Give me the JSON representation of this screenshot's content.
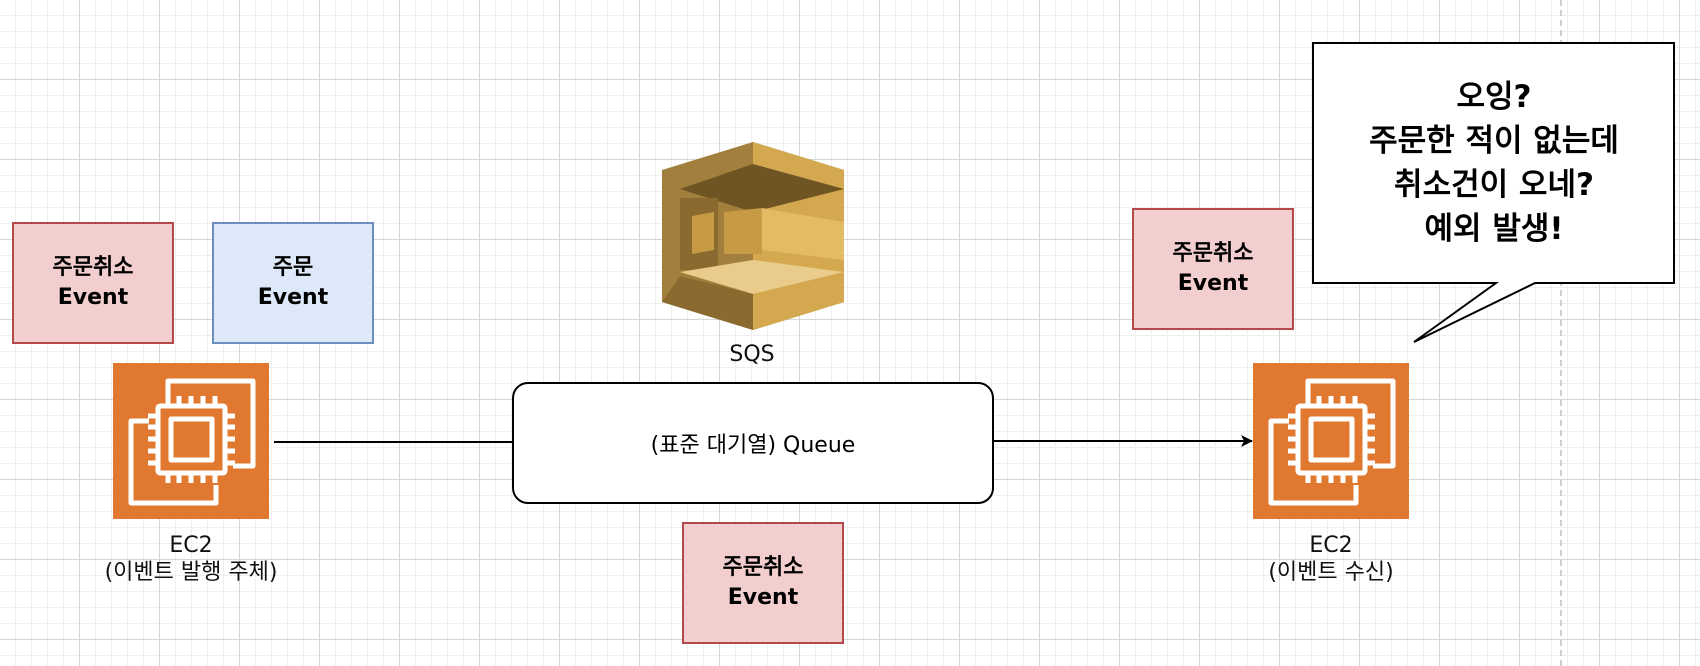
{
  "diagram": {
    "publisher": {
      "events": [
        {
          "line1": "주문취소",
          "line2": "Event"
        },
        {
          "line1": "주문",
          "line2": "Event"
        }
      ],
      "caption_line1": "EC2",
      "caption_line2": "(이벤트 발행 주체)"
    },
    "sqs": {
      "label": "SQS"
    },
    "queue": {
      "label": "(표준 대기열) Queue"
    },
    "in_flight_event": {
      "line1": "주문취소",
      "line2": "Event"
    },
    "consumer": {
      "event": {
        "line1": "주문취소",
        "line2": "Event"
      },
      "caption_line1": "EC2",
      "caption_line2": "(이벤트 수신)"
    },
    "callout": {
      "lines": [
        "오잉?",
        "주문한 적이 없는데",
        "취소건이 오네?",
        "예외 발생!"
      ]
    },
    "colors": {
      "ec2_orange": "#e0782f",
      "cancel_event_fill": "#f2cfce",
      "cancel_event_border": "#b3494a",
      "order_event_fill": "#dde8f8",
      "order_event_border": "#6c8ebf",
      "sqs_gold": "#d4a84f"
    },
    "icons": [
      "ec2-icon",
      "sqs-icon"
    ]
  }
}
